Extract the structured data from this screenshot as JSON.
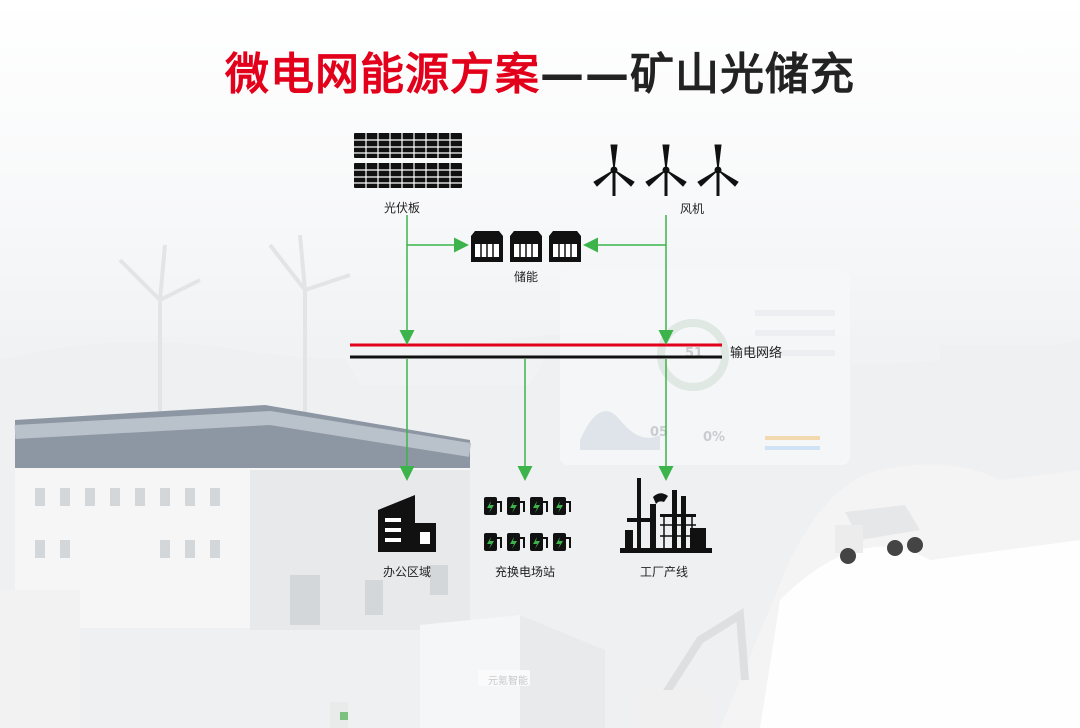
{
  "title": {
    "highlight": "微电网能源方案",
    "rest": "——矿山光储充"
  },
  "nodes": {
    "pv": "光伏板",
    "wind": "风机",
    "storage": "储能",
    "grid": "输电网络",
    "office": "办公区域",
    "charging": "充换电场站",
    "factory": "工厂产线"
  },
  "background": {
    "dashboard": {
      "value_1": "51",
      "value_2": "05",
      "value_3": "0%"
    },
    "container_brand": "元氪智能"
  },
  "colors": {
    "accent": "#e3001b",
    "arrow": "#3cb44b",
    "grid_black": "#111111",
    "icon": "#111111"
  }
}
